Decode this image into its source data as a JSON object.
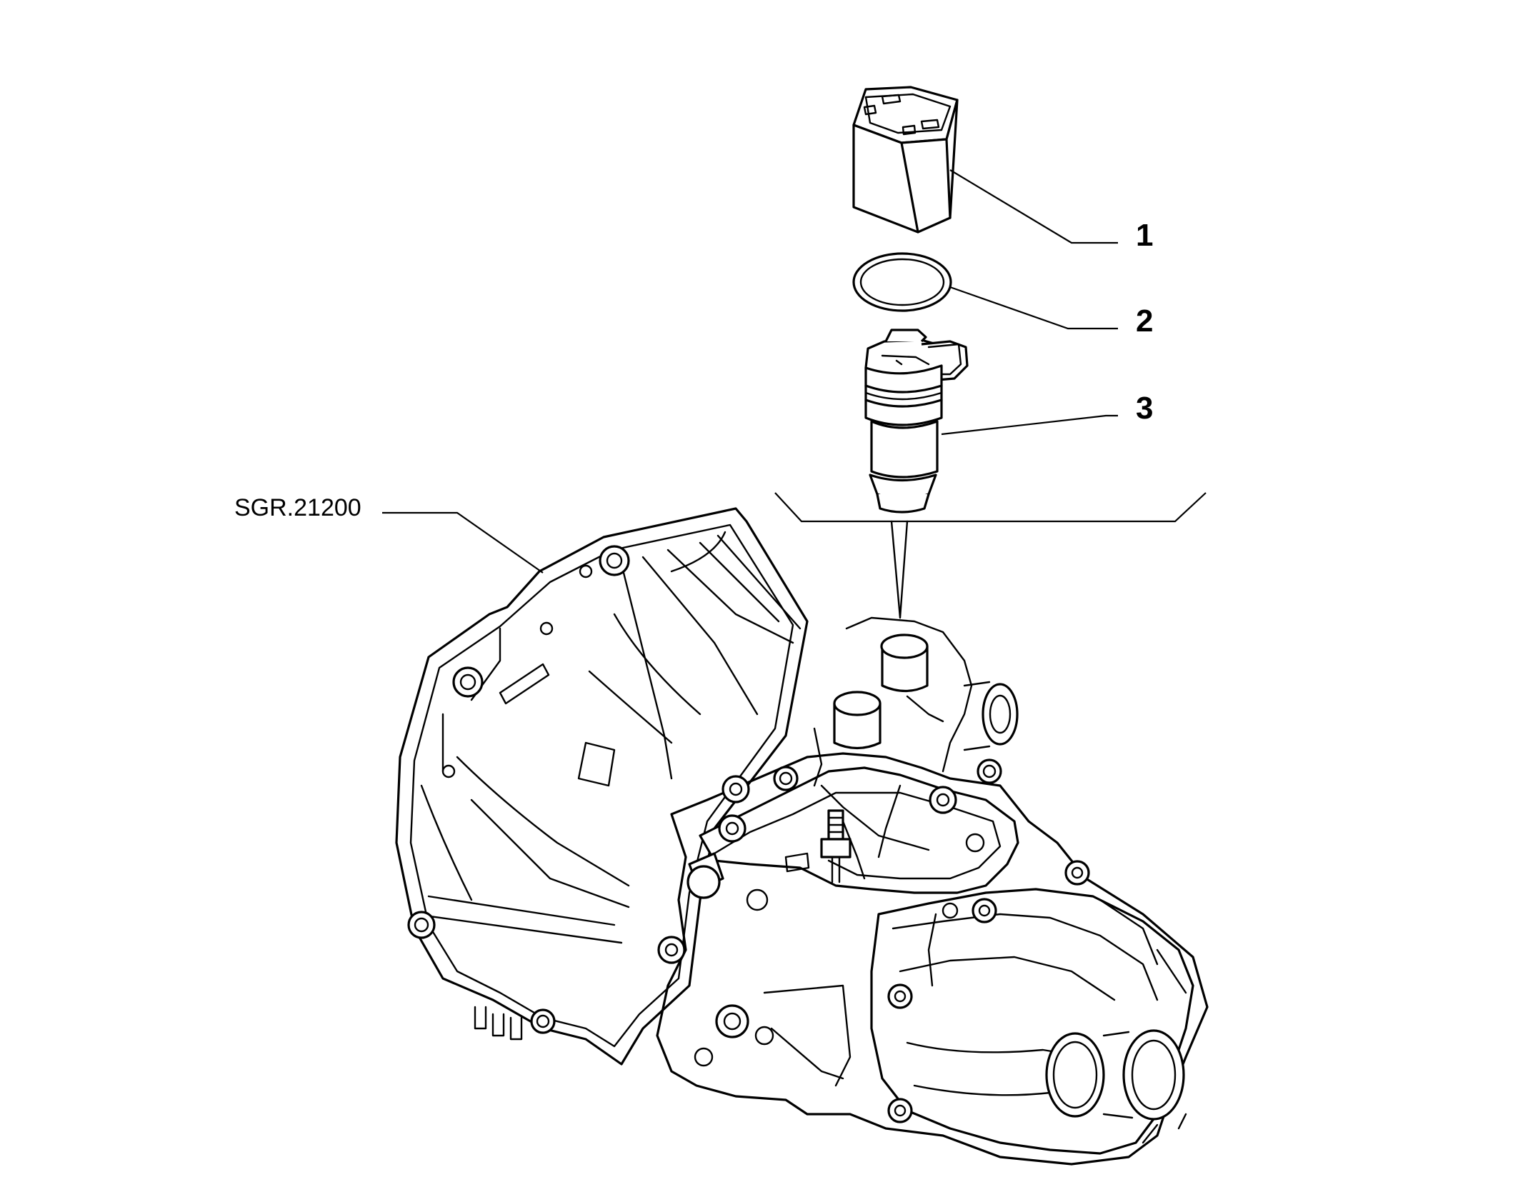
{
  "callouts": [
    {
      "number": "1",
      "part": "hex-cap"
    },
    {
      "number": "2",
      "part": "o-ring"
    },
    {
      "number": "3",
      "part": "speed-sensor"
    }
  ],
  "reference_label": "SGR.21200"
}
